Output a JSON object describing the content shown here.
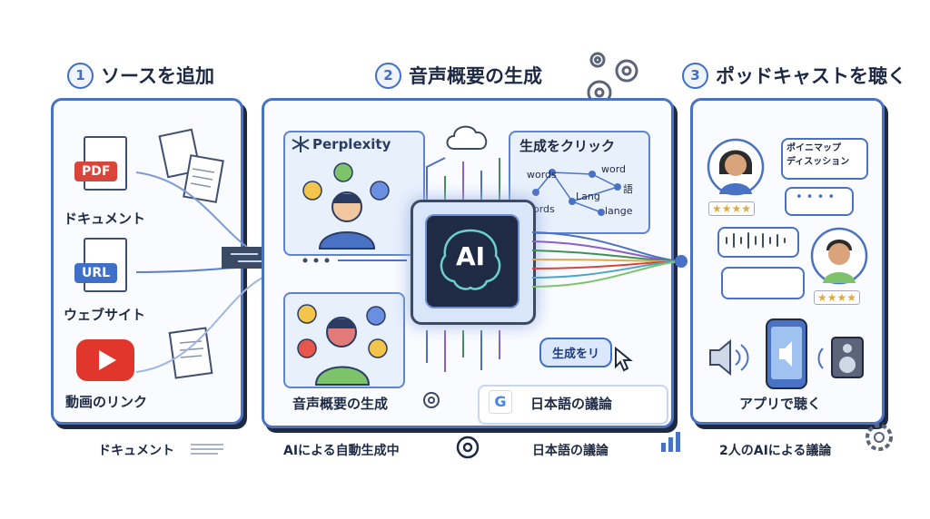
{
  "steps": [
    {
      "num": "1",
      "title": "ソースを追加"
    },
    {
      "num": "2",
      "title": "音声概要の生成"
    },
    {
      "num": "3",
      "title": "ポッドキャストを聴く"
    }
  ],
  "sources": {
    "pdf_tag": "PDF",
    "pdf_label": "ドキュメント",
    "url_tag": "URL",
    "url_label": "ウェブサイト",
    "video_label": "動画のリンク"
  },
  "generation": {
    "perplexity_label": "Perplexity",
    "click_title": "生成をクリック",
    "graph_words": [
      "words",
      "word",
      "語",
      "Lang",
      "words",
      "lange"
    ],
    "chip_text": "AI",
    "generate_button": "生成をリ",
    "audio_overview_label": "音声概要の生成",
    "google_icon_text": "G",
    "japanese_discussion_label": "日本語の議論"
  },
  "listen": {
    "bubble_text": "ポイニマップ\nディスッション",
    "dots_text": "• • • •",
    "rating_top": "★★★★",
    "rating_bottom": "★★★★",
    "app_label": "アプリで聴く"
  },
  "footer": {
    "document": "ドキュメント",
    "ai_auto": "AIによる自動生成中",
    "japanese_discussion": "日本語の議論",
    "two_ai": "2人のAIによる議論"
  },
  "colors": {
    "accent": "#4a72c4",
    "dark": "#1e2a44",
    "pdf": "#d8453a",
    "url": "#3f6fc7",
    "video": "#e0362c"
  }
}
